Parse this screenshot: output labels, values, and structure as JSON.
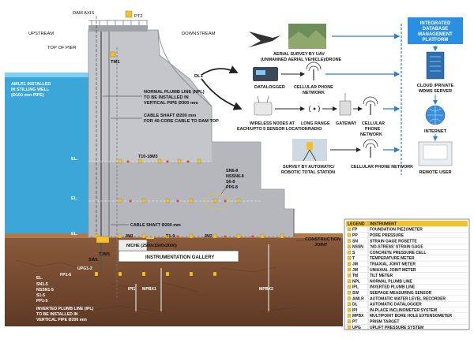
{
  "labels": {
    "upstream": "UPSTREAM",
    "dam_axis": "DAM AXIS",
    "downstream": "DOWNSTREAM",
    "top_of_pier": "TOP OF PIER",
    "pt2": "PT2",
    "tm1": "TM1",
    "dl1": "DL1",
    "awlr_1": "AWLR1 INSTALLED",
    "awlr_2": "IN STILLING WELL",
    "awlr_3": "(Ø100 mm PIPE)",
    "npl_1": "NORMAL PLUMB LINE (NPL)",
    "npl_2": "TO BE INSTALLED IN",
    "npl_3": "VERTICAL PIPE Ø300 mm",
    "cable_top_1": "CABLE SHAFT Ø200 mm",
    "cable_top_2": "FOR 40-CORE CABLE TO DAM TOP",
    "t10": "T10-18M3",
    "sn_1": "SN6-8",
    "sn_2": "NSSN6-8",
    "sn_3": "S6-8",
    "sn_4": "PP6-8",
    "cable_mid": "CABLE SHAFT Ø200 mm",
    "jm1": "JM1",
    "t19": "T1-9",
    "jm2": "JM2",
    "niche": "NICHE (2500x1500x3000)",
    "gallery": "INSTRUMENTATION GALLERY",
    "sw1": "SW1",
    "tjm1": "TJM1",
    "el1": "EL.",
    "el2": "EL.",
    "el3": "EL.",
    "el4": "EL.",
    "sn15": "SN1-5",
    "nssn15": "NSSN1-5",
    "s15": "S1-5",
    "pp15": "PP1-5",
    "fp16": "FP1-6",
    "upg": "UPG1-2",
    "ipl_1": "INVERTED PLUMB LINE (IPL)",
    "ipl_2": "TO BE INSTALLED IN",
    "ipl_3": "VERTICAL PIPE Ø200 mm",
    "ipi": "IPI1",
    "mpbx1": "MPBX1",
    "mpbx2": "MPBX2",
    "construction_1": "CONSTRUCTION",
    "construction_2": "JOINT"
  },
  "network": {
    "uav_1": "AERIAL SURVEY BY UAV",
    "uav_2": "(UNMANNED AERIAL VEHICLE)/DRONE",
    "datalogger": "DATALOGGER",
    "cell1_1": "CELLULAR PHONE",
    "cell1_2": "NETWORK",
    "wireless_1": "WIRELESS NODES AT",
    "wireless_2": "EACH/UPTO 5 SENSOR LOCATION",
    "longrange_1": "LONG RANGE",
    "longrange_2": "RADIO",
    "gateway": "GATEWAY",
    "cell2_1": "CELLULAR",
    "cell2_2": "PHONE",
    "cell2_3": "NETWORK",
    "survey_1": "SURVEY BY AUTOMATIC/",
    "survey_2": "ROBOTIC TOTAL STATION",
    "cell3": "CELLULAR PHONE NETWORK",
    "idmp_1": "INTEGRATED",
    "idmp_2": "DATABASE",
    "idmp_3": "MANAGEMENT",
    "idmp_4": "PLATFORM",
    "cloud_1": "CLOUD /PRIVATE",
    "cloud_2": "WDMS SERVER",
    "internet": "INTERNET",
    "remote": "REMOTE USER"
  },
  "legend": {
    "header_code": "LEGEND",
    "header_name": "INSTRUMENT",
    "rows": [
      {
        "code": "FP",
        "name": "FOUNDATION PIEZOMETER"
      },
      {
        "code": "PP",
        "name": "PORE PRESSURE"
      },
      {
        "code": "SN",
        "name": "STRAIN GAGE ROSETTE"
      },
      {
        "code": "NSSN",
        "name": "'NO-STRESS' STRAIN GAGE"
      },
      {
        "code": "S",
        "name": "CONCRETE PRESSURE CELL"
      },
      {
        "code": "T",
        "name": "TEMPERATURE METER"
      },
      {
        "code": "JM",
        "name": "TRIAXIAL JOINT METER"
      },
      {
        "code": "JM",
        "name": "UNIAXIAL JOINT METER"
      },
      {
        "code": "TM",
        "name": "TILT METER"
      },
      {
        "code": "NPL",
        "name": "NORMAL PLUMB LINE"
      },
      {
        "code": "IPL",
        "name": "INVERTED PLUMB LINE"
      },
      {
        "code": "SW",
        "name": "SEEPAGE MEASURING SENSOR"
      },
      {
        "code": "AWLR",
        "name": "AUTOMATIC WATER LEVEL RECORDER"
      },
      {
        "code": "DL",
        "name": "AUTOMATIC DATALOGGER"
      },
      {
        "code": "IPI",
        "name": "IN-PLACE INCLINOMETER SYSTEM"
      },
      {
        "code": "MPBX",
        "name": "MULTIPOINT BORE HOLE EXTENSOMETER"
      },
      {
        "code": "PT",
        "name": "PRISM TARGET"
      },
      {
        "code": "UPG",
        "name": "UPLIFT PRESSURE SYSTEM"
      }
    ]
  }
}
